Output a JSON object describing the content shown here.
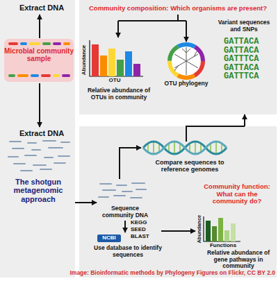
{
  "diagram": {
    "caption": "Image: Bioinformatic methods by Phylogeny Figures on Flickr, CC BY 2.0",
    "nodes": [
      {
        "text": [
          "Microbial community sample"
        ]
      },
      {
        "text": [
          "Community composition: Which organisms are present?"
        ]
      },
      {
        "text": [
          "Community function: What can the community do?"
        ]
      }
    ],
    "edges": [
      {
        "from": 2,
        "to": 1,
        "arrow": "to"
      }
    ],
    "labels": [
      "Extract DNA",
      "Abundance",
      "OTU",
      "Relative abundance of OTUs in community",
      "OTU phylogeny",
      "Variant sequences and SNPs",
      "GATTACA",
      "GATTACA",
      "GATTTCA",
      "GATTACA",
      "GATTTCA",
      "Extract DNA",
      "The shotgun metagenomic approach",
      "Compare sequences to reference genomes",
      "Sequence community DNA",
      "NCBI",
      "KEGG",
      "SEED",
      "BLAST",
      "Use database to identify sequences",
      "Abundance",
      "Functions",
      "Relative abundance of gene pathways in community"
    ]
  }
}
